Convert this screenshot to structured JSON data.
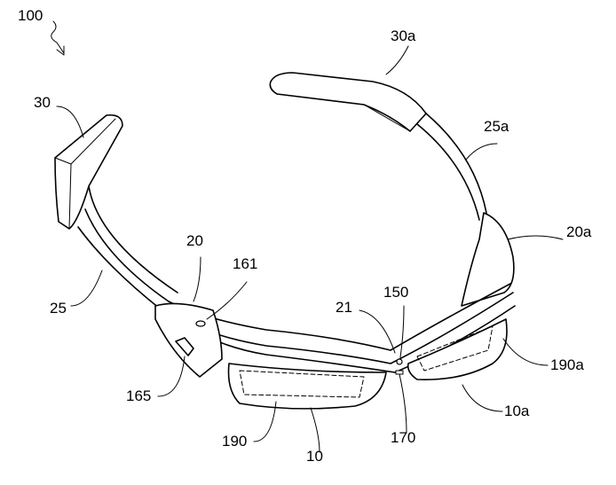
{
  "figure": {
    "labels": {
      "device": "100",
      "right_temple_tip": "30a",
      "left_temple_tip": "30",
      "right_band": "25a",
      "left_housing": "20",
      "sensor_161": "161",
      "right_housing": "20a",
      "left_band": "25",
      "sensor_150": "150",
      "bridge": "21",
      "right_display": "190a",
      "button_165": "165",
      "right_lens": "10a",
      "left_display": "190",
      "sensor_170": "170",
      "left_lens": "10"
    }
  }
}
